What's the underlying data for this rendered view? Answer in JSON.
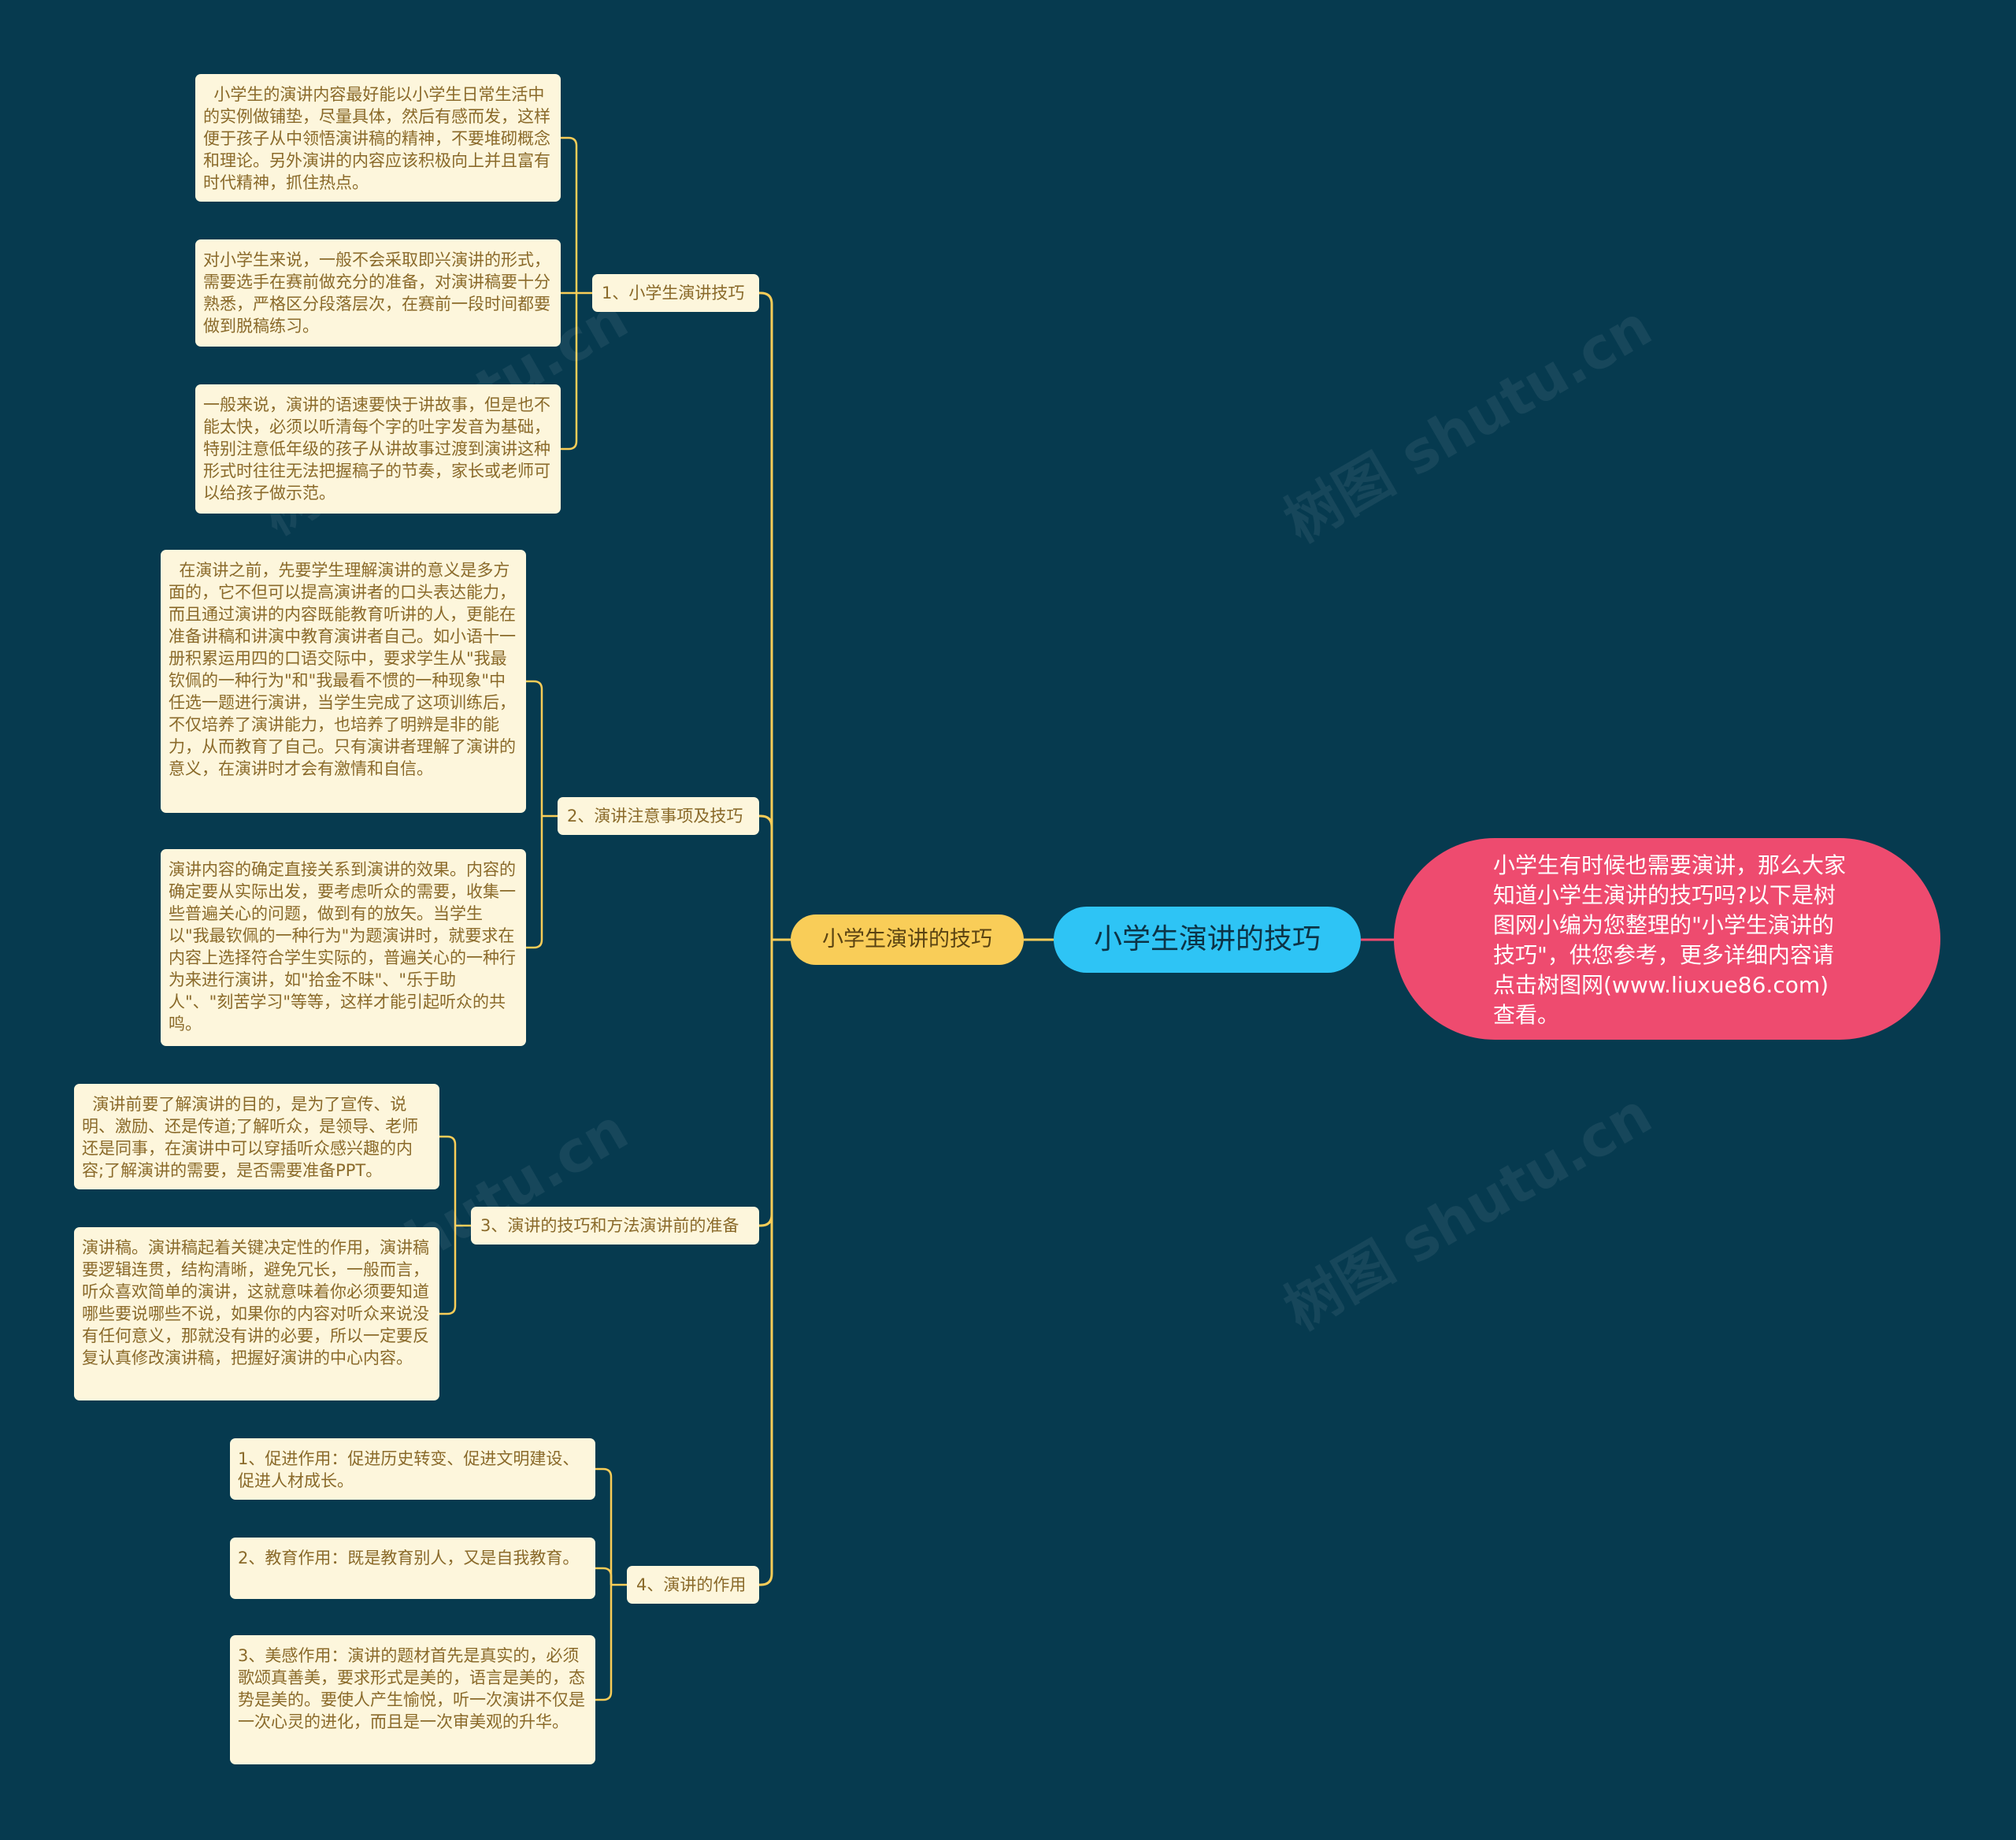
{
  "root": {
    "title": "小学生演讲的技巧"
  },
  "topic": {
    "label": "小学生演讲的技巧"
  },
  "summary": {
    "text": "小学生有时候也需要演讲，那么大家知道小学生演讲的技巧吗?以下是树图网小编为您整理的\"小学生演讲的技巧\"，供您参考，更多详细内容请点击树图网(www.liuxue86.com)查看。"
  },
  "branches": [
    {
      "label": "1、小学生演讲技巧",
      "leaves": [
        "  小学生的演讲内容最好能以小学生日常生活中的实例做铺垫，尽量具体，然后有感而发，这样便于孩子从中领悟演讲稿的精神，不要堆砌概念和理论。另外演讲的内容应该积极向上并且富有时代精神，抓住热点。",
        "对小学生来说，一般不会采取即兴演讲的形式，需要选手在赛前做充分的准备，对演讲稿要十分熟悉，严格区分段落层次，在赛前一段时间都要做到脱稿练习。",
        "一般来说，演讲的语速要快于讲故事，但是也不能太快，必须以听清每个字的吐字发音为基础，特别注意低年级的孩子从讲故事过渡到演讲这种形式时往往无法把握稿子的节奏，家长或老师可以给孩子做示范。"
      ]
    },
    {
      "label": "2、演讲注意事项及技巧",
      "leaves": [
        "  在演讲之前，先要学生理解演讲的意义是多方面的，它不但可以提高演讲者的口头表达能力，而且通过演讲的内容既能教育听讲的人，更能在准备讲稿和讲演中教育演讲者自己。如小语十一册积累运用四的口语交际中，要求学生从\"我最钦佩的一种行为\"和\"我最看不惯的一种现象\"中任选一题进行演讲，当学生完成了这项训练后，不仅培养了演讲能力，也培养了明辨是非的能力，从而教育了自己。只有演讲者理解了演讲的意义，在演讲时才会有激情和自信。",
        "演讲内容的确定直接关系到演讲的效果。内容的确定要从实际出发，要考虑听众的需要，收集一些普遍关心的问题，做到有的放矢。当学生以\"我最钦佩的一种行为\"为题演讲时，就要求在内容上选择符合学生实际的，普遍关心的一种行为来进行演讲，如\"拾金不昧\"、\"乐于助人\"、\"刻苦学习\"等等，这样才能引起听众的共鸣。"
      ]
    },
    {
      "label": "3、演讲的技巧和方法演讲前的准备",
      "leaves": [
        "  演讲前要了解演讲的目的，是为了宣传、说明、激励、还是传道;了解听众，是领导、老师还是同事，在演讲中可以穿插听众感兴趣的内容;了解演讲的需要，是否需要准备PPT。",
        "演讲稿。演讲稿起着关键决定性的作用，演讲稿要逻辑连贯，结构清晰，避免冗长，一般而言，听众喜欢简单的演讲，这就意味着你必须要知道哪些要说哪些不说，如果你的内容对听众来说没有任何意义，那就没有讲的必要，所以一定要反复认真修改演讲稿，把握好演讲的中心内容。"
      ]
    },
    {
      "label": "4、演讲的作用",
      "leaves": [
        "1、促进作用：促进历史转变、促进文明建设、促进人材成长。",
        "2、教育作用：既是教育别人，又是自我教育。",
        "3、美感作用：演讲的题材首先是真实的，必须歌颂真善美，要求形式是美的，语言是美的，态势是美的。要使人产生愉悦，听一次演讲不仅是一次心灵的进化，而且是一次审美观的升华。"
      ]
    }
  ],
  "watermark": {
    "text": "树图 shutu.cn"
  },
  "colors": {
    "background": "#063a4f",
    "connector": "#f9cd58",
    "root": "#2ec4f5",
    "topic": "#f9cd58",
    "summary": "#ee4b6f",
    "leaf": "#fdf6dc",
    "leaf_text": "#8a6a2a"
  }
}
